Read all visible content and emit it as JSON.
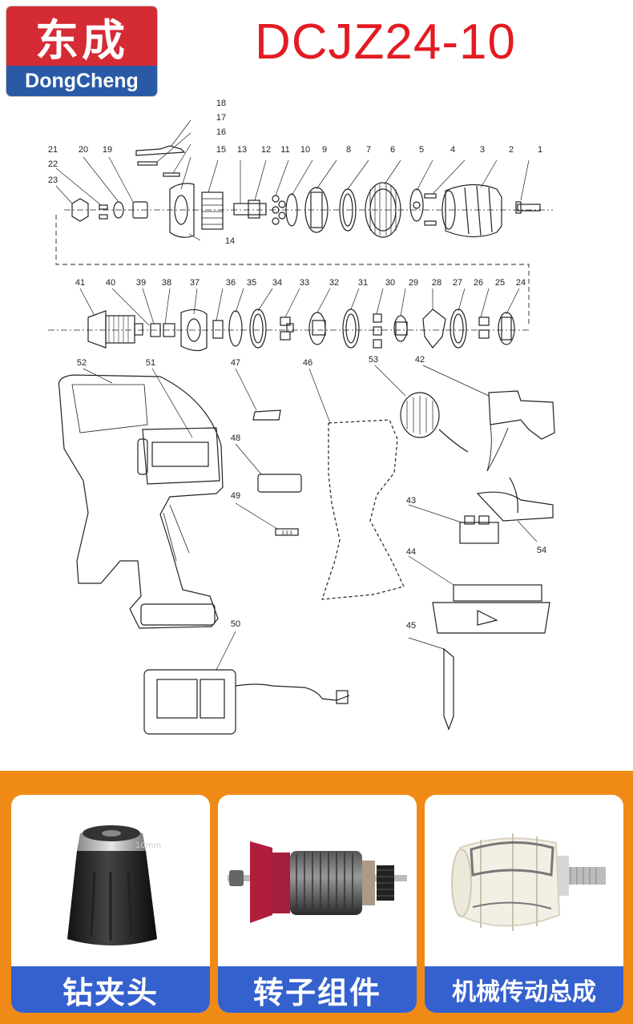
{
  "brand": {
    "name_cn": "东成",
    "name_en": "DongCheng",
    "colors": {
      "red": "#d52b35",
      "blue": "#2a5aa6"
    }
  },
  "model": "DCJZ24-10",
  "diagram": {
    "part_numbers": [
      "1",
      "2",
      "3",
      "4",
      "5",
      "6",
      "7",
      "8",
      "9",
      "10",
      "11",
      "12",
      "13",
      "14",
      "15",
      "16",
      "17",
      "18",
      "19",
      "20",
      "21",
      "22",
      "23",
      "24",
      "25",
      "26",
      "27",
      "28",
      "29",
      "30",
      "31",
      "32",
      "33",
      "34",
      "35",
      "36",
      "37",
      "38",
      "39",
      "40",
      "41",
      "42",
      "43",
      "44",
      "45",
      "46",
      "47",
      "48",
      "49",
      "50",
      "51",
      "52",
      "53",
      "54"
    ],
    "label_49": "3 3 3"
  },
  "products": [
    {
      "caption": "钻夹头",
      "icon": "drill-chuck-photo"
    },
    {
      "caption": "转子组件",
      "icon": "rotor-photo"
    },
    {
      "caption": "机械传动总成",
      "icon": "gearbox-photo"
    }
  ],
  "banner_color": "#f08a16",
  "caption_color": "#3561cf",
  "model_color": "#e31b23"
}
